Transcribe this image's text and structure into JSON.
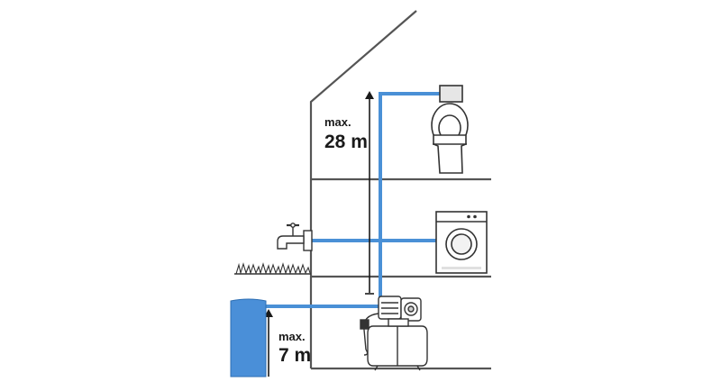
{
  "labels": {
    "upper_small": "max.",
    "upper_big": "28 m",
    "lower_small": "max.",
    "lower_big": "7 m"
  },
  "colors": {
    "pipe": "#4a90d6",
    "water": "#4a8fd8",
    "water_edge": "#2f6fb3",
    "line": "#555555",
    "outline": "#3a3a3a"
  },
  "icons": [
    "house-outline-icon",
    "toilet-icon",
    "washing-machine-icon",
    "tap-icon",
    "grass-icon",
    "water-tank-icon",
    "pump-icon"
  ]
}
